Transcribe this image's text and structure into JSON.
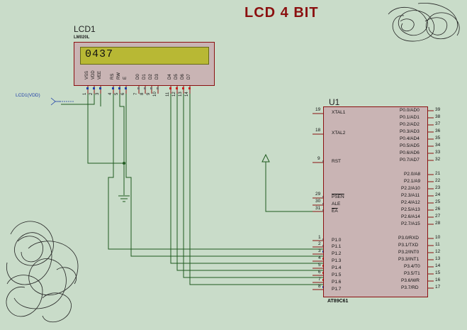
{
  "title": "LCD  4 BIT",
  "lcd": {
    "ref": "LCD1",
    "model": "LM020L",
    "display_text": "0437",
    "pins": [
      {
        "name": "VSS",
        "num": "1"
      },
      {
        "name": "VDD",
        "num": "2"
      },
      {
        "name": "VEE",
        "num": "3"
      },
      {
        "name": "RS",
        "num": "4"
      },
      {
        "name": "RW",
        "num": "5"
      },
      {
        "name": "E",
        "num": "6"
      },
      {
        "name": "D0",
        "num": "7"
      },
      {
        "name": "D1",
        "num": "8"
      },
      {
        "name": "D2",
        "num": "9"
      },
      {
        "name": "D3",
        "num": "10"
      },
      {
        "name": "D4",
        "num": "11"
      },
      {
        "name": "D5",
        "num": "12"
      },
      {
        "name": "D6",
        "num": "13"
      },
      {
        "name": "D7",
        "num": "14"
      }
    ]
  },
  "net_label": "LCD1(VDD)",
  "mcu": {
    "ref": "U1",
    "model": "AT89C61",
    "left_pins": [
      {
        "num": "19",
        "label": "XTAL1"
      },
      {
        "num": "18",
        "label": "XTAL2"
      },
      {
        "num": "9",
        "label": "RST"
      },
      {
        "num": "29",
        "label": "PSEN"
      },
      {
        "num": "30",
        "label": "ALE"
      },
      {
        "num": "31",
        "label": "EA"
      },
      {
        "num": "1",
        "label": "P1.0"
      },
      {
        "num": "2",
        "label": "P1.1"
      },
      {
        "num": "3",
        "label": "P1.2"
      },
      {
        "num": "4",
        "label": "P1.3"
      },
      {
        "num": "5",
        "label": "P1.4"
      },
      {
        "num": "6",
        "label": "P1.5"
      },
      {
        "num": "7",
        "label": "P1.6"
      },
      {
        "num": "8",
        "label": "P1.7"
      }
    ],
    "right_pins": [
      {
        "num": "39",
        "label": "P0.0/AD0"
      },
      {
        "num": "38",
        "label": "P0.1/AD1"
      },
      {
        "num": "37",
        "label": "P0.2/AD2"
      },
      {
        "num": "36",
        "label": "P0.3/AD3"
      },
      {
        "num": "35",
        "label": "P0.4/AD4"
      },
      {
        "num": "34",
        "label": "P0.5/AD5"
      },
      {
        "num": "33",
        "label": "P0.6/AD6"
      },
      {
        "num": "32",
        "label": "P0.7/AD7"
      },
      {
        "num": "21",
        "label": "P2.0/A8"
      },
      {
        "num": "22",
        "label": "P2.1/A9"
      },
      {
        "num": "23",
        "label": "P2.2/A10"
      },
      {
        "num": "24",
        "label": "P2.3/A11"
      },
      {
        "num": "25",
        "label": "P2.4/A12"
      },
      {
        "num": "26",
        "label": "P2.5/A13"
      },
      {
        "num": "27",
        "label": "P2.6/A14"
      },
      {
        "num": "28",
        "label": "P2.7/A15"
      },
      {
        "num": "10",
        "label": "P3.0/RXD"
      },
      {
        "num": "11",
        "label": "P3.1/TXD"
      },
      {
        "num": "12",
        "label": "P3.2/INT0"
      },
      {
        "num": "13",
        "label": "P3.3/INT1"
      },
      {
        "num": "14",
        "label": "P3.4/T0"
      },
      {
        "num": "15",
        "label": "P3.5/T1"
      },
      {
        "num": "16",
        "label": "P3.6/WR"
      },
      {
        "num": "17",
        "label": "P3.7/RD"
      }
    ]
  },
  "colors": {
    "background": "#c9dcc9",
    "wire": "#1f5a1f",
    "title": "#8b1010",
    "component_fill": "#c9b4b4",
    "component_border": "#8b1010",
    "lcd_screen": "#b8b834",
    "net_label": "#1f3fa8"
  }
}
